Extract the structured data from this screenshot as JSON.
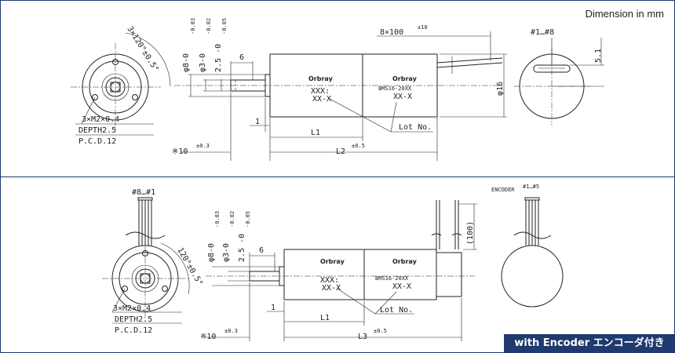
{
  "note": "Dimension in mm",
  "badge": "with Encoder  エンコーダ付き",
  "top": {
    "front": {
      "angle": "3×120°±0.5°",
      "screw": "3×M2×0.4",
      "depth": "DEPTH2.5",
      "pcd": "P.C.D.12"
    },
    "side": {
      "d1": "φ8-0",
      "d1tol": "-0.03",
      "d2": "φ3-0",
      "d2tol": "-0.02",
      "d3": "2.5 -0",
      "d3tol": "-0.05",
      "len6": "6",
      "len1": "1",
      "L1": "L1",
      "L2": "L2",
      "L2tol": "±0.5",
      "star10": "※10",
      "star10tol": "±0.3",
      "lead": "8×100",
      "leadtol": "±10",
      "dia16": "φ16",
      "logo": "Orbray",
      "lot1": "XXX:",
      "lot2": "XX-X",
      "model": "BMS16-20XX",
      "model2": "XX-X",
      "lotno": "Lot No."
    },
    "rear": {
      "pins": "#1…#8",
      "pitch": "5.1"
    }
  },
  "bottom": {
    "front": {
      "pins": "#8…#1",
      "angle": "120°±0.5°",
      "screw": "3×M2×0.4",
      "depth": "DEPTH2.5",
      "pcd": "P.C.D.12"
    },
    "side": {
      "d1": "φ8-0",
      "d1tol": "-0.03",
      "d2": "φ3-0",
      "d2tol": "-0.02",
      "d3": "2.5 -0",
      "d3tol": "-0.05",
      "len6": "6",
      "len1": "1",
      "L1": "L1",
      "L3": "L3",
      "L3tol": "±0.5",
      "star10": "※10",
      "star10tol": "±0.3",
      "lead": "(100)",
      "logo": "Orbray",
      "lot1": "XXX:",
      "lot2": "XX-X",
      "model": "BMS16-20XX",
      "model2": "XX-X",
      "lotno": "Lot No."
    },
    "rear": {
      "encoder": "ENCODER",
      "pins": "#1…#5"
    }
  }
}
